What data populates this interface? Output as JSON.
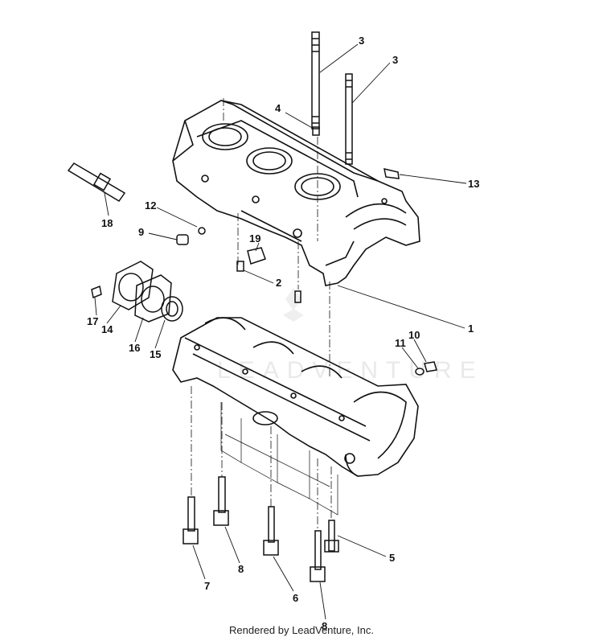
{
  "footer": "Rendered by LeadVenture, Inc.",
  "watermark": "LEADVENTURE",
  "callouts": [
    {
      "id": "c3a",
      "text": "3"
    },
    {
      "id": "c3b",
      "text": "3"
    },
    {
      "id": "c4",
      "text": "4"
    },
    {
      "id": "c13",
      "text": "13"
    },
    {
      "id": "c18",
      "text": "18"
    },
    {
      "id": "c12",
      "text": "12"
    },
    {
      "id": "c9",
      "text": "9"
    },
    {
      "id": "c19",
      "text": "19"
    },
    {
      "id": "c2",
      "text": "2"
    },
    {
      "id": "c1",
      "text": "1"
    },
    {
      "id": "c17",
      "text": "17"
    },
    {
      "id": "c14",
      "text": "14"
    },
    {
      "id": "c16",
      "text": "16"
    },
    {
      "id": "c15",
      "text": "15"
    },
    {
      "id": "c10",
      "text": "10"
    },
    {
      "id": "c11",
      "text": "11"
    },
    {
      "id": "c5",
      "text": "5"
    },
    {
      "id": "c7",
      "text": "7"
    },
    {
      "id": "c8a",
      "text": "8"
    },
    {
      "id": "c6",
      "text": "6"
    },
    {
      "id": "c8b",
      "text": "8"
    }
  ]
}
